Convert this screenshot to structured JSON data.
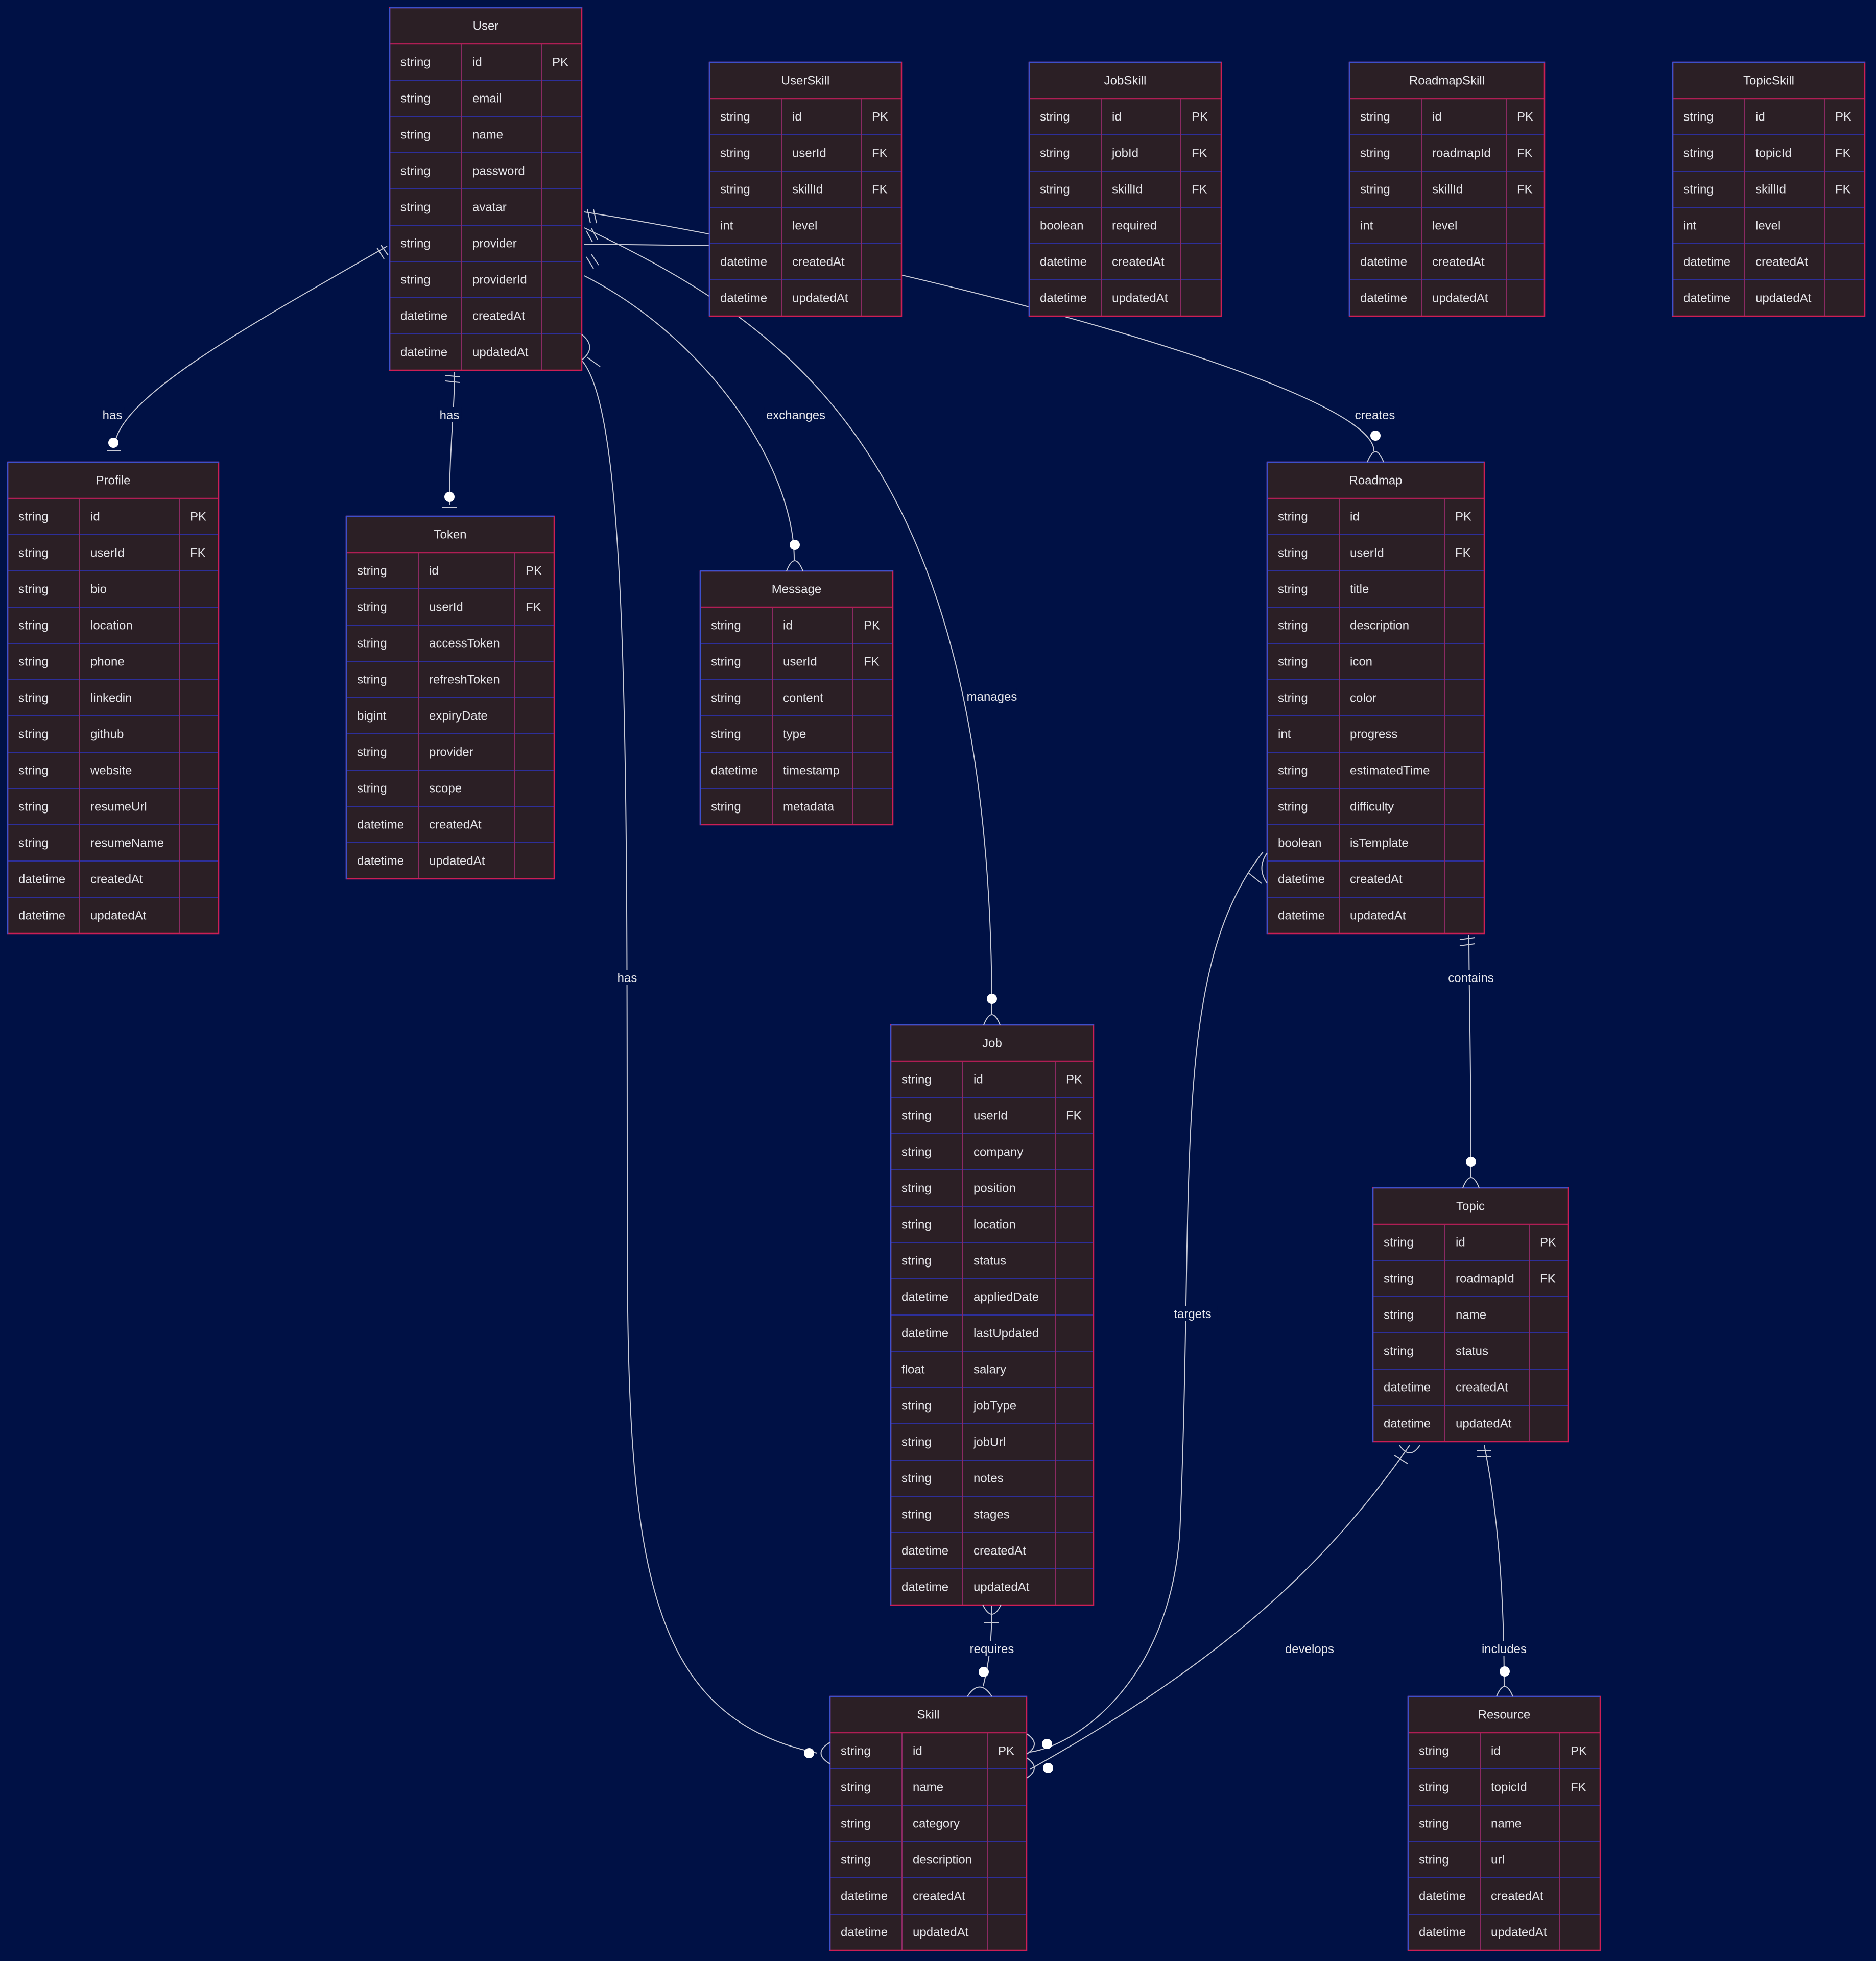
{
  "entities": [
    {
      "name": "User",
      "rows": [
        [
          "string",
          "id",
          "PK"
        ],
        [
          "string",
          "email",
          ""
        ],
        [
          "string",
          "name",
          ""
        ],
        [
          "string",
          "password",
          ""
        ],
        [
          "string",
          "avatar",
          ""
        ],
        [
          "string",
          "provider",
          ""
        ],
        [
          "string",
          "providerId",
          ""
        ],
        [
          "datetime",
          "createdAt",
          ""
        ],
        [
          "datetime",
          "updatedAt",
          ""
        ]
      ]
    },
    {
      "name": "UserSkill",
      "rows": [
        [
          "string",
          "id",
          "PK"
        ],
        [
          "string",
          "userId",
          "FK"
        ],
        [
          "string",
          "skillId",
          "FK"
        ],
        [
          "int",
          "level",
          ""
        ],
        [
          "datetime",
          "createdAt",
          ""
        ],
        [
          "datetime",
          "updatedAt",
          ""
        ]
      ]
    },
    {
      "name": "JobSkill",
      "rows": [
        [
          "string",
          "id",
          "PK"
        ],
        [
          "string",
          "jobId",
          "FK"
        ],
        [
          "string",
          "skillId",
          "FK"
        ],
        [
          "boolean",
          "required",
          ""
        ],
        [
          "datetime",
          "createdAt",
          ""
        ],
        [
          "datetime",
          "updatedAt",
          ""
        ]
      ]
    },
    {
      "name": "RoadmapSkill",
      "rows": [
        [
          "string",
          "id",
          "PK"
        ],
        [
          "string",
          "roadmapId",
          "FK"
        ],
        [
          "string",
          "skillId",
          "FK"
        ],
        [
          "int",
          "level",
          ""
        ],
        [
          "datetime",
          "createdAt",
          ""
        ],
        [
          "datetime",
          "updatedAt",
          ""
        ]
      ]
    },
    {
      "name": "TopicSkill",
      "rows": [
        [
          "string",
          "id",
          "PK"
        ],
        [
          "string",
          "topicId",
          "FK"
        ],
        [
          "string",
          "skillId",
          "FK"
        ],
        [
          "int",
          "level",
          ""
        ],
        [
          "datetime",
          "createdAt",
          ""
        ],
        [
          "datetime",
          "updatedAt",
          ""
        ]
      ]
    },
    {
      "name": "Profile",
      "rows": [
        [
          "string",
          "id",
          "PK"
        ],
        [
          "string",
          "userId",
          "FK"
        ],
        [
          "string",
          "bio",
          ""
        ],
        [
          "string",
          "location",
          ""
        ],
        [
          "string",
          "phone",
          ""
        ],
        [
          "string",
          "linkedin",
          ""
        ],
        [
          "string",
          "github",
          ""
        ],
        [
          "string",
          "website",
          ""
        ],
        [
          "string",
          "resumeUrl",
          ""
        ],
        [
          "string",
          "resumeName",
          ""
        ],
        [
          "datetime",
          "createdAt",
          ""
        ],
        [
          "datetime",
          "updatedAt",
          ""
        ]
      ]
    },
    {
      "name": "Token",
      "rows": [
        [
          "string",
          "id",
          "PK"
        ],
        [
          "string",
          "userId",
          "FK"
        ],
        [
          "string",
          "accessToken",
          ""
        ],
        [
          "string",
          "refreshToken",
          ""
        ],
        [
          "bigint",
          "expiryDate",
          ""
        ],
        [
          "string",
          "provider",
          ""
        ],
        [
          "string",
          "scope",
          ""
        ],
        [
          "datetime",
          "createdAt",
          ""
        ],
        [
          "datetime",
          "updatedAt",
          ""
        ]
      ]
    },
    {
      "name": "Message",
      "rows": [
        [
          "string",
          "id",
          "PK"
        ],
        [
          "string",
          "userId",
          "FK"
        ],
        [
          "string",
          "content",
          ""
        ],
        [
          "string",
          "type",
          ""
        ],
        [
          "datetime",
          "timestamp",
          ""
        ],
        [
          "string",
          "metadata",
          ""
        ]
      ]
    },
    {
      "name": "Roadmap",
      "rows": [
        [
          "string",
          "id",
          "PK"
        ],
        [
          "string",
          "userId",
          "FK"
        ],
        [
          "string",
          "title",
          ""
        ],
        [
          "string",
          "description",
          ""
        ],
        [
          "string",
          "icon",
          ""
        ],
        [
          "string",
          "color",
          ""
        ],
        [
          "int",
          "progress",
          ""
        ],
        [
          "string",
          "estimatedTime",
          ""
        ],
        [
          "string",
          "difficulty",
          ""
        ],
        [
          "boolean",
          "isTemplate",
          ""
        ],
        [
          "datetime",
          "createdAt",
          ""
        ],
        [
          "datetime",
          "updatedAt",
          ""
        ]
      ]
    },
    {
      "name": "Job",
      "rows": [
        [
          "string",
          "id",
          "PK"
        ],
        [
          "string",
          "userId",
          "FK"
        ],
        [
          "string",
          "company",
          ""
        ],
        [
          "string",
          "position",
          ""
        ],
        [
          "string",
          "location",
          ""
        ],
        [
          "string",
          "status",
          ""
        ],
        [
          "datetime",
          "appliedDate",
          ""
        ],
        [
          "datetime",
          "lastUpdated",
          ""
        ],
        [
          "float",
          "salary",
          ""
        ],
        [
          "string",
          "jobType",
          ""
        ],
        [
          "string",
          "jobUrl",
          ""
        ],
        [
          "string",
          "notes",
          ""
        ],
        [
          "string",
          "stages",
          ""
        ],
        [
          "datetime",
          "createdAt",
          ""
        ],
        [
          "datetime",
          "updatedAt",
          ""
        ]
      ]
    },
    {
      "name": "Topic",
      "rows": [
        [
          "string",
          "id",
          "PK"
        ],
        [
          "string",
          "roadmapId",
          "FK"
        ],
        [
          "string",
          "name",
          ""
        ],
        [
          "string",
          "status",
          ""
        ],
        [
          "datetime",
          "createdAt",
          ""
        ],
        [
          "datetime",
          "updatedAt",
          ""
        ]
      ]
    },
    {
      "name": "Skill",
      "rows": [
        [
          "string",
          "id",
          "PK"
        ],
        [
          "string",
          "name",
          ""
        ],
        [
          "string",
          "category",
          ""
        ],
        [
          "string",
          "description",
          ""
        ],
        [
          "datetime",
          "createdAt",
          ""
        ],
        [
          "datetime",
          "updatedAt",
          ""
        ]
      ]
    },
    {
      "name": "Resource",
      "rows": [
        [
          "string",
          "id",
          "PK"
        ],
        [
          "string",
          "topicId",
          "FK"
        ],
        [
          "string",
          "name",
          ""
        ],
        [
          "string",
          "url",
          ""
        ],
        [
          "datetime",
          "createdAt",
          ""
        ],
        [
          "datetime",
          "updatedAt",
          ""
        ]
      ]
    }
  ],
  "relationships": [
    {
      "from": "User",
      "to": "Profile",
      "label": "has",
      "from_card": "exactly-one",
      "to_card": "zero-or-one"
    },
    {
      "from": "User",
      "to": "Token",
      "label": "has",
      "from_card": "exactly-one",
      "to_card": "zero-or-one"
    },
    {
      "from": "User",
      "to": "Message",
      "label": "exchanges",
      "from_card": "exactly-one",
      "to_card": "zero-or-more"
    },
    {
      "from": "User",
      "to": "Job",
      "label": "manages",
      "from_card": "exactly-one",
      "to_card": "zero-or-more"
    },
    {
      "from": "User",
      "to": "Roadmap",
      "label": "creates",
      "from_card": "exactly-one",
      "to_card": "zero-or-more"
    },
    {
      "from": "User",
      "to": "Skill",
      "label": "has",
      "from_card": "one-or-more",
      "to_card": "zero-or-more"
    },
    {
      "from": "Roadmap",
      "to": "Topic",
      "label": "contains",
      "from_card": "exactly-one",
      "to_card": "zero-or-more"
    },
    {
      "from": "Roadmap",
      "to": "Skill",
      "label": "targets",
      "from_card": "one-or-more",
      "to_card": "zero-or-more"
    },
    {
      "from": "Job",
      "to": "Skill",
      "label": "requires",
      "from_card": "one-or-more",
      "to_card": "zero-or-more"
    },
    {
      "from": "Topic",
      "to": "Skill",
      "label": "develops",
      "from_card": "one-or-more",
      "to_card": "zero-or-more"
    },
    {
      "from": "Topic",
      "to": "Resource",
      "label": "includes",
      "from_card": "exactly-one",
      "to_card": "zero-or-more"
    }
  ]
}
